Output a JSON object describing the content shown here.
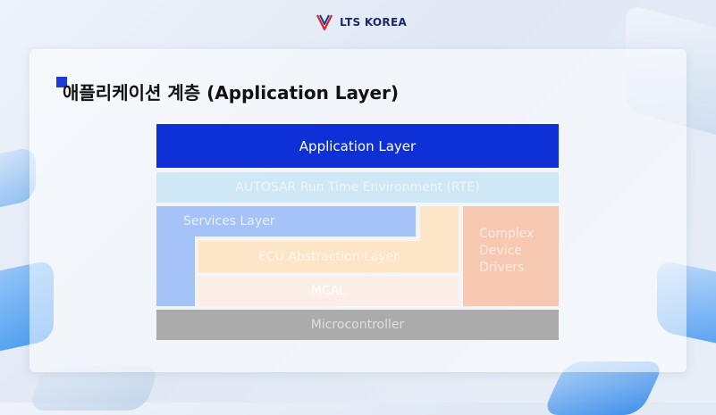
{
  "logo": {
    "text": "LTS KOREA"
  },
  "page": {
    "title": "애플리케이션 계층 (Application Layer)"
  },
  "colors": {
    "title_marker": "#1d3bd6",
    "application": "#0d31d6",
    "rte": "#cfe8f6",
    "services": "#a5c3f6",
    "ecu_abstraction": "#fde6c8",
    "mcal": "#fbeee6",
    "complex_drivers": "#f7c9b2",
    "microcontroller": "#ababab"
  },
  "diagram": {
    "application_layer": "Application Layer",
    "rte": "AUTOSAR Run Time Environment (RTE)",
    "services_layer": "Services Layer",
    "ecu_abstraction_layer": "ECU Abstraction Layer",
    "mcal": "MCAL",
    "complex_device_drivers": {
      "line1": "Complex",
      "line2": "Device",
      "line3": "Drivers"
    },
    "microcontroller": "Microcontroller"
  }
}
